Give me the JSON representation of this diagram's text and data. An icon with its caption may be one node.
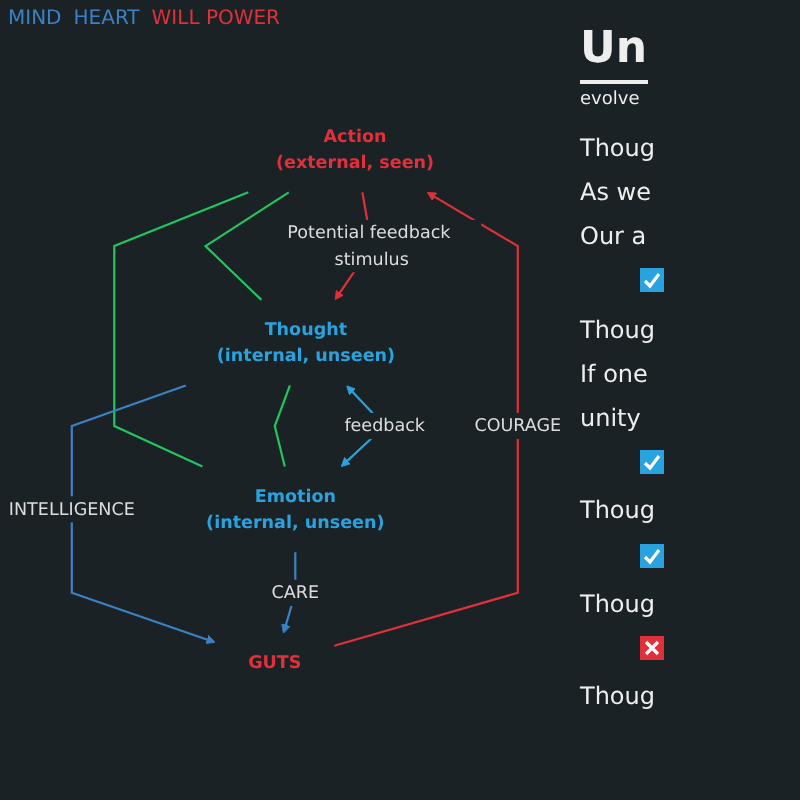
{
  "diagram": {
    "title": "Un",
    "nodes": [
      {
        "text": [
          "Action",
          "(external, seen)"
        ]
      },
      {
        "text": [
          "Thought",
          "(internal, unseen)"
        ]
      },
      {
        "text": [
          "Emotion",
          "(internal, unseen)"
        ]
      },
      {
        "text": [
          "GUTS"
        ]
      }
    ],
    "edges": [
      {
        "from": 0,
        "to": 1,
        "arrow": "none",
        "color": "#22c55e"
      },
      {
        "from": 0,
        "to": 2,
        "arrow": "none",
        "color": "#22c55e"
      },
      {
        "from": 1,
        "to": 2,
        "arrow": "none",
        "color": "#22c55e"
      },
      {
        "from": 1,
        "to": 3,
        "arrow": "to",
        "label": "INTELLIGENCE",
        "color": "#3b82c4"
      },
      {
        "from": 2,
        "to": 3,
        "arrow": "to",
        "label": "CARE",
        "color": "#3b82c4"
      },
      {
        "from": 3,
        "to": 0,
        "arrow": "to",
        "label": "COURAGE",
        "color": "#e0303a"
      },
      {
        "from": 1,
        "to": 2,
        "arrow": "both",
        "label": "feedback",
        "color": "#29a3e0"
      },
      {
        "from": 0,
        "to": 1,
        "arrow": "to",
        "label": "Potential feedback stimulus",
        "color": "#e0303a"
      }
    ],
    "labels": [
      "MIND",
      "HEART",
      "WILL POWER",
      "evolve",
      "Thoug",
      "As we",
      "Our a",
      "Thoug",
      "If one",
      "unity",
      "Thoug",
      "Thoug",
      "Thoug"
    ]
  }
}
